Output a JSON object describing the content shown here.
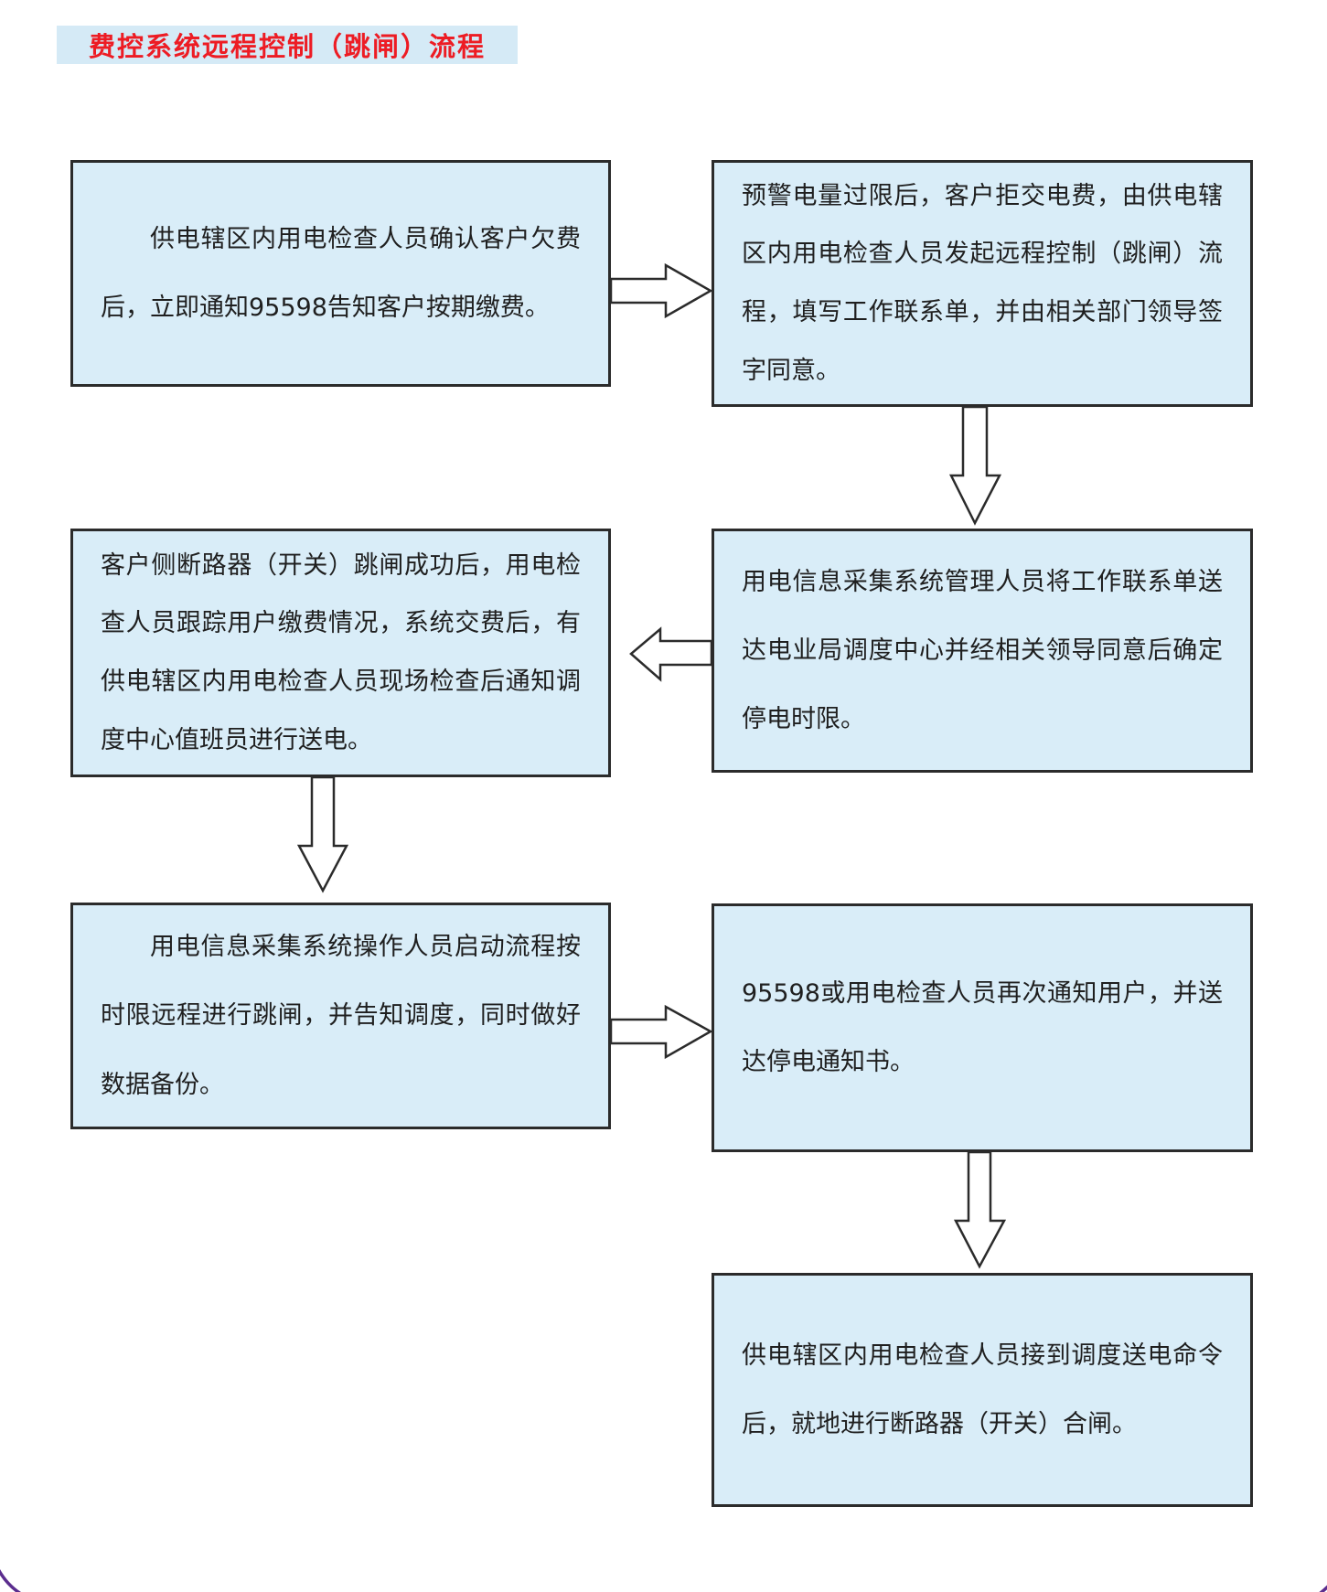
{
  "page": {
    "title": "费控系统远程控制（跳闸）流程"
  },
  "colors": {
    "title_red": "#ed1c24",
    "box_fill": "#d9edf8",
    "box_border": "#2b2b2b",
    "arrow_fill": "#ffffff",
    "decorative_purple": "#5b2d8e"
  },
  "flowchart": {
    "boxes": [
      {
        "id": "step-1",
        "text": "供电辖区内用电检查人员确认客户欠费后，立即通知95598告知客户按期缴费。"
      },
      {
        "id": "step-2",
        "text": "预警电量过限后，客户拒交电费，由供电辖区内用电检查人员发起远程控制（跳闸）流程，填写工作联系单，并由相关部门领导签字同意。"
      },
      {
        "id": "step-3",
        "text": "用电信息采集系统管理人员将工作联系单送达电业局调度中心并经相关领导同意后确定停电时限。"
      },
      {
        "id": "step-4",
        "text": "客户侧断路器（开关）跳闸成功后，用电检查人员跟踪用户缴费情况，系统交费后，有供电辖区内用电检查人员现场检查后通知调度中心值班员进行送电。"
      },
      {
        "id": "step-5",
        "text": "用电信息采集系统操作人员启动流程按时限远程进行跳闸，并告知调度，同时做好数据备份。"
      },
      {
        "id": "step-6",
        "text": "95598或用电检查人员再次通知用户，并送达停电通知书。"
      },
      {
        "id": "step-7",
        "text": "供电辖区内用电检查人员接到调度送电命令后，就地进行断路器（开关）合闸。"
      }
    ],
    "arrows": [
      {
        "from": "step-1",
        "to": "step-2",
        "direction": "right"
      },
      {
        "from": "step-2",
        "to": "step-3",
        "direction": "down"
      },
      {
        "from": "step-3",
        "to": "step-4",
        "direction": "left"
      },
      {
        "from": "step-4",
        "to": "step-5",
        "direction": "down"
      },
      {
        "from": "step-5",
        "to": "step-6",
        "direction": "right"
      },
      {
        "from": "step-6",
        "to": "step-7",
        "direction": "down"
      }
    ]
  }
}
